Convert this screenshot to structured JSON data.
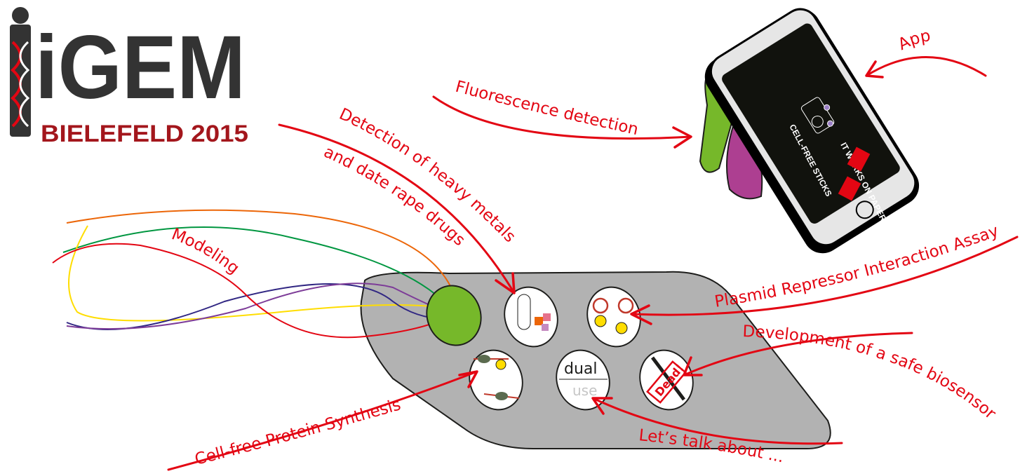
{
  "logo": {
    "brand": "iGEM",
    "subtitle": "BIELEFELD 2015",
    "brand_color": "#333333",
    "subtitle_color": "#a3161c"
  },
  "accent_color": "#e30613",
  "labels": {
    "app": "App",
    "fluorescence": "Fluorescence detection",
    "heavy_metals_1": "Detection of heavy metals",
    "heavy_metals_2": "and date rape drugs",
    "modeling": "Modeling",
    "plasmid": "Plasmid Repressor Interaction Assay",
    "biosensor": "Development of a safe biosensor",
    "cell_free": "Cell-free Protein Synthesis",
    "talk": "Let’s talk about ..."
  },
  "phone": {
    "screen_title": "CELL-FREE STICKS",
    "screen_tagline": "IT WORKS ON PAPER"
  },
  "wells": {
    "dual": "dual",
    "use": "use",
    "stamp": "Dead!"
  }
}
